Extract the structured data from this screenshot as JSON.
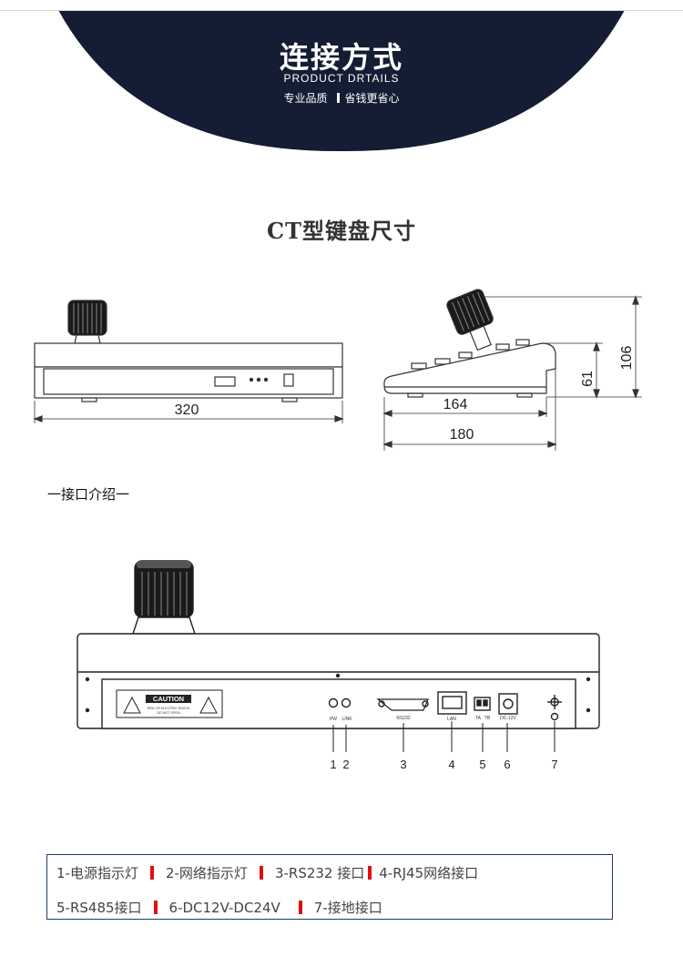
{
  "header": {
    "title": "连接方式",
    "subtitle": "PRODUCT DRTAILS",
    "tag_left": "专业品质",
    "tag_right": "省钱更省心"
  },
  "section_title": "CT型键盘尺寸",
  "dimensions": {
    "front_width": "320",
    "side_depth_inner": "164",
    "side_depth_outer": "180",
    "side_height_low": "61",
    "side_height_high": "106"
  },
  "interface_intro": "一接口介绍一",
  "rear_panel": {
    "caution": "CAUTION",
    "caution_line1": "RISK OF ELECTRIC SHOCK",
    "caution_line2": "DO NOT OPEN",
    "label_pw": "PW",
    "label_link": "LINK",
    "label_rs232": "RS232",
    "label_lan": "LAN",
    "label_ta": "TA",
    "label_tb": "TB",
    "label_dc": "DC-12V",
    "callouts": [
      "1",
      "2",
      "3",
      "4",
      "5",
      "6",
      "7"
    ]
  },
  "legend": {
    "row1": [
      "1-电源指示灯",
      "2-网络指示灯",
      "3-RS232 接口",
      "4-RJ45网络接口"
    ],
    "row2": [
      "5-RS485接口",
      "6-DC12V-DC24V",
      "7-接地接口"
    ],
    "separator_color": "#e01010"
  },
  "colors": {
    "header_bg": "#141d33",
    "legend_border": "#1c3a66"
  }
}
